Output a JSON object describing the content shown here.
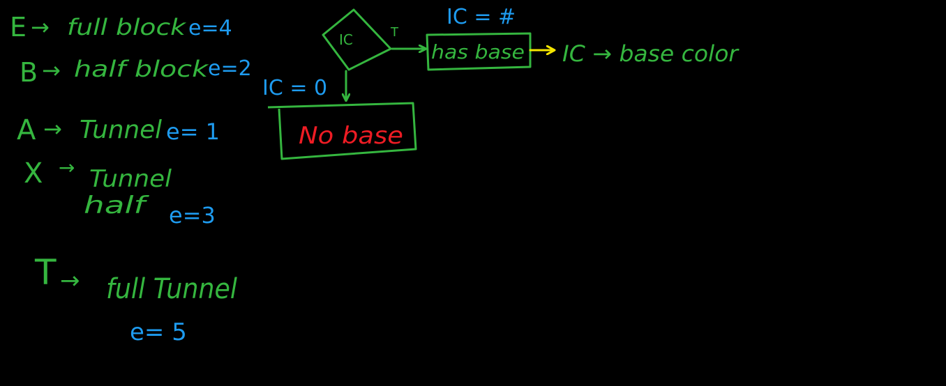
{
  "colors": {
    "background": "#000000",
    "green": "#35b63f",
    "blue": "#1e9bef",
    "red": "#ee1c24",
    "yellow": "#f5e600"
  },
  "legend": [
    {
      "key": "E",
      "desc": "full block",
      "energy": "e=4"
    },
    {
      "key": "B",
      "desc": "half block",
      "energy": "e=2"
    },
    {
      "key": "A",
      "desc": "Tunnel",
      "energy": "e= 1"
    },
    {
      "key": "X",
      "desc": "Tunnel",
      "desc2": "half",
      "energy": "e=3"
    },
    {
      "key": "T",
      "desc": "full Tunnel",
      "energy": "e= 5"
    }
  ],
  "arrow_glyph": "→",
  "flow": {
    "decision_label": "IC",
    "true_label": "T",
    "has_base_label": "has base",
    "has_base_condition": "IC = #",
    "result_text": "IC → base color",
    "no_base_condition": "IC = 0",
    "no_base_label": "No base"
  }
}
